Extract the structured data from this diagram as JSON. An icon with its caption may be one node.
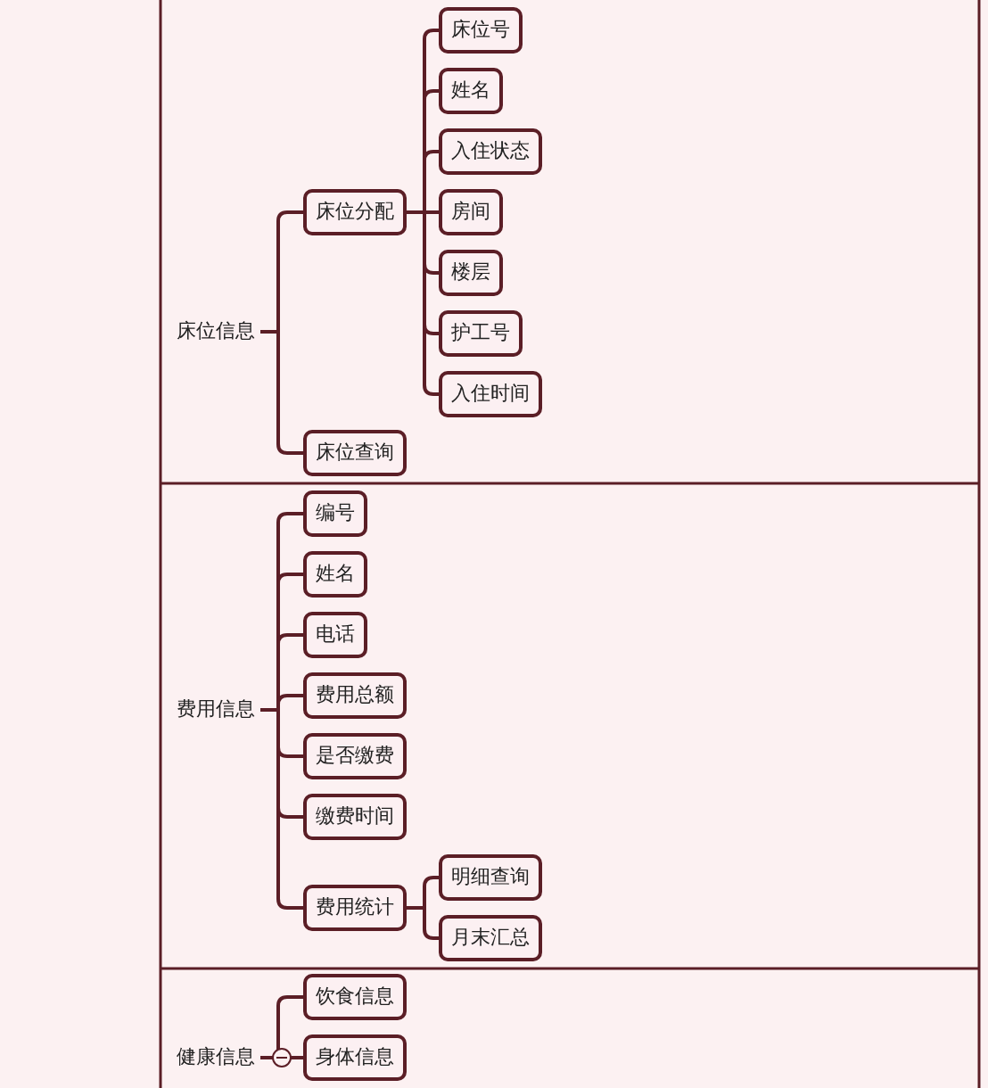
{
  "diagram": {
    "nodes": [
      {
        "text": [
          "床位信息"
        ]
      },
      {
        "text": [
          "床位分配"
        ]
      },
      {
        "text": [
          "床位号"
        ]
      },
      {
        "text": [
          "姓名"
        ]
      },
      {
        "text": [
          "入住状态"
        ]
      },
      {
        "text": [
          "房间"
        ]
      },
      {
        "text": [
          "楼层"
        ]
      },
      {
        "text": [
          "护工号"
        ]
      },
      {
        "text": [
          "入住时间"
        ]
      },
      {
        "text": [
          "床位查询"
        ]
      },
      {
        "text": [
          "费用信息"
        ]
      },
      {
        "text": [
          "编号"
        ]
      },
      {
        "text": [
          "姓名"
        ]
      },
      {
        "text": [
          "电话"
        ]
      },
      {
        "text": [
          "费用总额"
        ]
      },
      {
        "text": [
          "是否缴费"
        ]
      },
      {
        "text": [
          "缴费时间"
        ]
      },
      {
        "text": [
          "费用统计"
        ]
      },
      {
        "text": [
          "明细查询"
        ]
      },
      {
        "text": [
          "月末汇总"
        ]
      },
      {
        "text": [
          "健康信息"
        ]
      },
      {
        "text": [
          "饮食信息"
        ]
      },
      {
        "text": [
          "身体信息"
        ]
      }
    ],
    "edges": [
      {
        "from": 0,
        "to": 1,
        "arrow": "none"
      },
      {
        "from": 1,
        "to": 2,
        "arrow": "none"
      },
      {
        "from": 1,
        "to": 3,
        "arrow": "none"
      },
      {
        "from": 1,
        "to": 4,
        "arrow": "none"
      },
      {
        "from": 1,
        "to": 5,
        "arrow": "none"
      },
      {
        "from": 1,
        "to": 6,
        "arrow": "none"
      },
      {
        "from": 1,
        "to": 7,
        "arrow": "none"
      },
      {
        "from": 1,
        "to": 8,
        "arrow": "none"
      },
      {
        "from": 0,
        "to": 9,
        "arrow": "none"
      },
      {
        "from": 10,
        "to": 11,
        "arrow": "none"
      },
      {
        "from": 10,
        "to": 12,
        "arrow": "none"
      },
      {
        "from": 10,
        "to": 13,
        "arrow": "none"
      },
      {
        "from": 10,
        "to": 14,
        "arrow": "none"
      },
      {
        "from": 10,
        "to": 15,
        "arrow": "none"
      },
      {
        "from": 10,
        "to": 16,
        "arrow": "none"
      },
      {
        "from": 10,
        "to": 17,
        "arrow": "none"
      },
      {
        "from": 17,
        "to": 18,
        "arrow": "none"
      },
      {
        "from": 17,
        "to": 19,
        "arrow": "none"
      },
      {
        "from": 20,
        "to": 21,
        "arrow": "none"
      },
      {
        "from": 20,
        "to": 22,
        "arrow": "none"
      }
    ]
  }
}
